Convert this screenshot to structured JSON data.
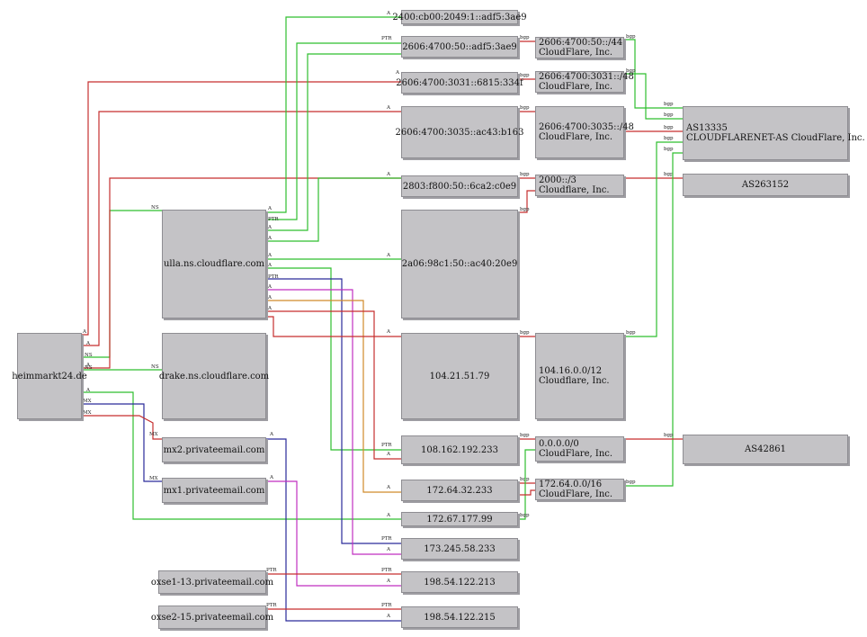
{
  "nodes": {
    "heimmarkt": {
      "label": "heimmarkt24.de"
    },
    "ulla": {
      "label": "ulla.ns.cloudflare.com"
    },
    "drake": {
      "label": "drake.ns.cloudflare.com"
    },
    "mx2": {
      "label": "mx2.privateemail.com"
    },
    "mx1": {
      "label": "mx1.privateemail.com"
    },
    "oxse1": {
      "label": "oxse1-13.privateemail.com"
    },
    "oxse2": {
      "label": "oxse2-15.privateemail.com"
    },
    "ip_2400": {
      "label": "2400:cb00:2049:1::adf5:3ae9"
    },
    "ip_2606_50": {
      "label": "2606:4700:50::adf5:3ae9"
    },
    "ip_2606_3031": {
      "label": "2606:4700:3031::6815:334f"
    },
    "ip_2606_3035": {
      "label": "2606:4700:3035::ac43:b163"
    },
    "ip_2803": {
      "label": "2803:f800:50::6ca2:c0e9"
    },
    "ip_2a06": {
      "label": "2a06:98c1:50::ac40:20e9"
    },
    "ip_104": {
      "label": "104.21.51.79"
    },
    "ip_108": {
      "label": "108.162.192.233"
    },
    "ip_172_64": {
      "label": "172.64.32.233"
    },
    "ip_172_67": {
      "label": "172.67.177.99"
    },
    "ip_173": {
      "label": "173.245.58.233"
    },
    "ip_198_213": {
      "label": "198.54.122.213"
    },
    "ip_198_215": {
      "label": "198.54.122.215"
    },
    "net_2606_44": {
      "line1": "2606:4700:50::/44",
      "line2": "CloudFlare, Inc."
    },
    "net_2606_3031": {
      "line1": "2606:4700:3031::/48",
      "line2": "CloudFlare, Inc."
    },
    "net_2606_3035": {
      "line1": "2606:4700:3035::/48",
      "line2": "CloudFlare, Inc."
    },
    "net_2000": {
      "line1": "2000::/3",
      "line2": "Cloudflare, Inc."
    },
    "net_104": {
      "line1": "104.16.0.0/12",
      "line2": "Cloudflare, Inc."
    },
    "net_0000": {
      "line1": "0.0.0.0/0",
      "line2": "CloudFlare, Inc."
    },
    "net_172": {
      "line1": "172.64.0.0/16",
      "line2": "CloudFlare, Inc."
    },
    "as13335": {
      "line1": "AS13335",
      "line2": "CLOUDFLARENET-AS CloudFlare, Inc."
    },
    "as263152": {
      "label": "AS263152"
    },
    "as42861": {
      "label": "AS42861"
    }
  },
  "edge_labels": [
    "A",
    "PTR",
    "NS",
    "MX",
    "bgp"
  ],
  "colors": {
    "A": "#2fbf2f",
    "A_alt": "#c62f2f",
    "NS": "#2fbf2f",
    "MX_red": "#c62f2f",
    "MX_blue": "#2a2a9a",
    "PTR_red": "#c62f2f",
    "PTR_blue": "#2a2a9a",
    "PTR_magenta": "#c02fc0",
    "PTR_orange": "#d08a2a",
    "bgp_red": "#c62f2f",
    "bgp_green": "#2fbf2f"
  }
}
